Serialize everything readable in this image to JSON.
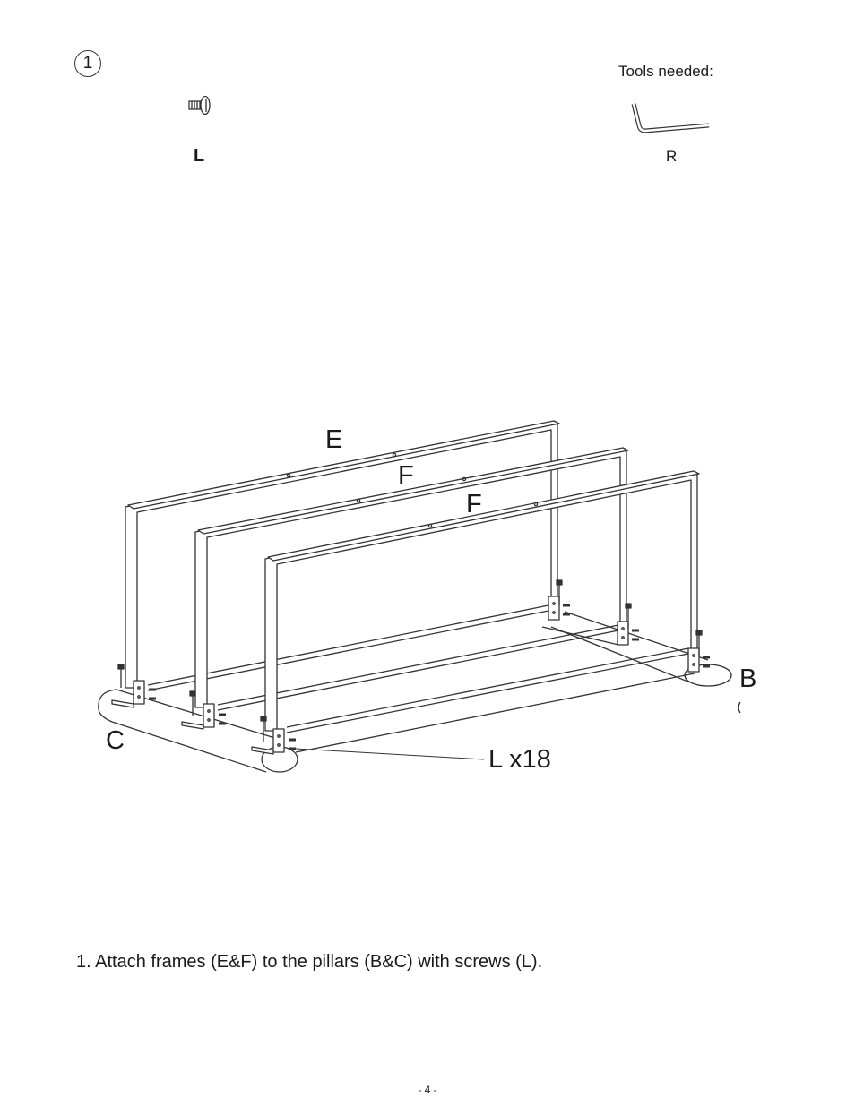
{
  "step": {
    "number": "1"
  },
  "parts": {
    "screw_code": "L"
  },
  "tools": {
    "label": "Tools needed:",
    "wrench_code": "R"
  },
  "callouts": {
    "frame_e": "E",
    "frame_f1": "F",
    "frame_f2": "F",
    "pillar_b": "B",
    "pillar_c": "C",
    "screw_qty": "L x18"
  },
  "instruction": "1. Attach frames (E&F) to the pillars (B&C) with screws (L).",
  "footer": {
    "page": "- 4 -"
  }
}
